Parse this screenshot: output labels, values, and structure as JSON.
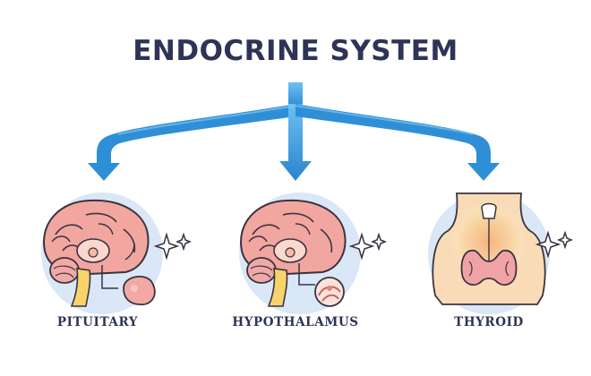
{
  "title": "ENDOCRINE SYSTEM",
  "glands": [
    {
      "label": "PITUITARY",
      "icon": "brain-with-pituitary-icon"
    },
    {
      "label": "HYPOTHALAMUS",
      "icon": "brain-with-hypothalamus-icon"
    },
    {
      "label": "THYROID",
      "icon": "neck-with-thyroid-icon"
    }
  ],
  "colors": {
    "title": "#2e3457",
    "arrow": "#2f8fd6",
    "arrow_light": "#5fb6ee",
    "circle": "#d6e6f7",
    "brain": "#f2a6a0",
    "outline": "#3a3340"
  }
}
